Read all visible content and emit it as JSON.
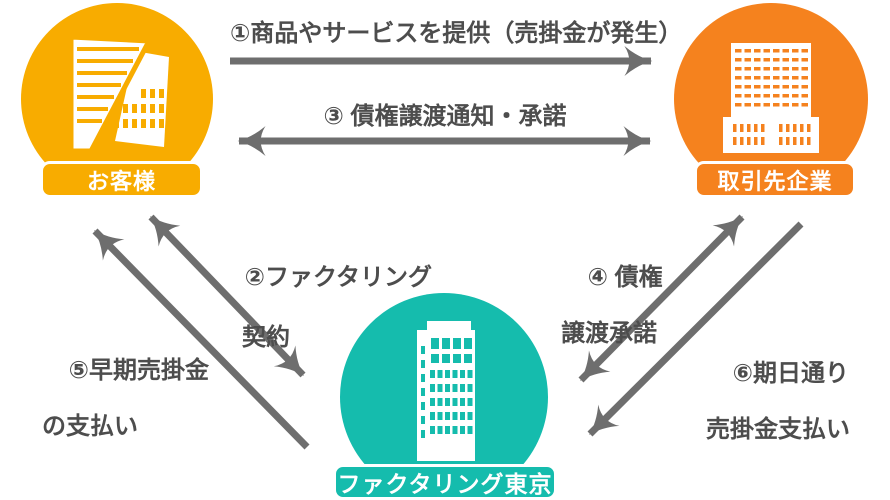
{
  "colors": {
    "customer": "#F8AC00",
    "client": "#F5821E",
    "factoring": "#15BCAD",
    "arrow": "#6E6E6E",
    "text": "#4D4D4D",
    "label-text": "#FFFFFF",
    "background": "#FFFFFF"
  },
  "entities": {
    "customer": {
      "label": "お客様",
      "icon": "invoice-documents-icon",
      "color": "#F8AC00"
    },
    "client": {
      "label": "取引先企業",
      "icon": "office-building-icon",
      "color": "#F5821E"
    },
    "factoring": {
      "label": "ファクタリング東京",
      "icon": "skyscraper-icon",
      "color": "#15BCAD"
    }
  },
  "flows": {
    "step1": {
      "text": "①商品やサービスを提供（売掛金が発生）",
      "from": "お客様",
      "to": "取引先企業",
      "arrowheads": "end"
    },
    "step2": {
      "line1": "②ファクタリング",
      "line2": "契約",
      "from": "お客様",
      "to": "ファクタリング東京",
      "arrowheads": "both"
    },
    "step3": {
      "text": "③ 債権譲渡通知・承諾",
      "from": "お客様",
      "to": "取引先企業",
      "arrowheads": "both"
    },
    "step4": {
      "line1": "④ 債権",
      "line2": "譲渡承諾",
      "from": "取引先企業",
      "to": "ファクタリング東京",
      "arrowheads": "both"
    },
    "step5": {
      "line1": "⑤早期売掛金",
      "line2": "の支払い",
      "from": "ファクタリング東京",
      "to": "お客様",
      "arrowheads": "end"
    },
    "step6": {
      "line1": "⑥期日通り",
      "line2": "売掛金支払い",
      "from": "取引先企業",
      "to": "ファクタリング東京",
      "arrowheads": "end"
    }
  }
}
